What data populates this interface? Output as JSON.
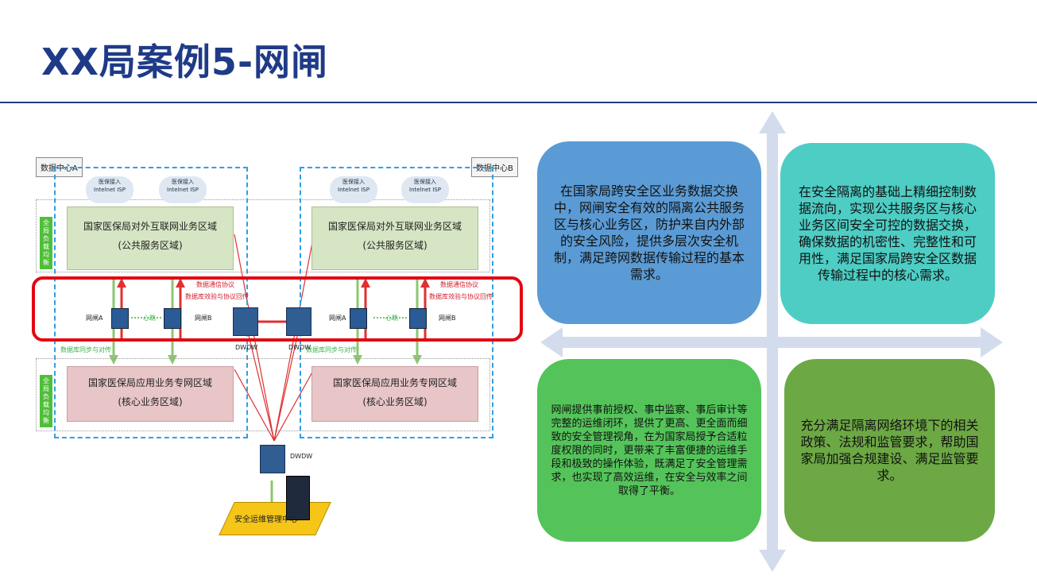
{
  "title": "XX局案例5-网闸",
  "diagram": {
    "dc_a": "数据中心A",
    "dc_b": "数据中心B",
    "cloud_line1": "医保接入",
    "cloud_line2": "Intelnet ISP",
    "public_zone_name": "国家医保局对外互联网业务区域",
    "public_zone_sub": "(公共服务区域)",
    "core_zone_name": "国家医保局应用业务专网区域",
    "core_zone_sub": "(核心业务区域)",
    "side_tag": "全局负载均衡",
    "gate_a": "网闸A",
    "gate_b": "网闸B",
    "heartbeat": "心跳",
    "protocol_text": "数据通信协议",
    "verify_text": "数据库效验与协议回传",
    "sync_text": "数据库同步与对传",
    "dwdw": "DWDW",
    "mgmt_center": "安全运维管理中心"
  },
  "quadrants": {
    "q1": "在国家局跨安全区业务数据交换中，网闸安全有效的隔离公共服务区与核心业务区，防护来自内外部的安全风险，提供多层次安全机制，满足跨网数据传输过程的基本需求。",
    "q2": "在安全隔离的基础上精细控制数据流向，实现公共服务区与核心业务区间安全可控的数据交换，确保数据的机密性、完整性和可用性，满足国家局跨安全区数据传输过程中的核心需求。",
    "q3": "网闸提供事前授权、事中监察、事后审计等完整的运维闭环，提供了更高、更全面而细致的安全管理视角，在为国家局授予合适粒度权限的同时，更带来了丰富便捷的运维手段和极致的操作体验，既满足了安全管理需求，也实现了高效运维，在安全与效率之间取得了平衡。",
    "q4": "充分满足隔离网络环境下的相关政策、法规和监管要求，帮助国家局加强合规建设、满足监管要求。"
  },
  "colors": {
    "title": "#1f3b87",
    "q1": "#5b9bd5",
    "q2": "#4ecdc4",
    "q3": "#54c45a",
    "q4": "#6ca844",
    "highlight": "#e30613",
    "arrow": "#d3dcec"
  }
}
